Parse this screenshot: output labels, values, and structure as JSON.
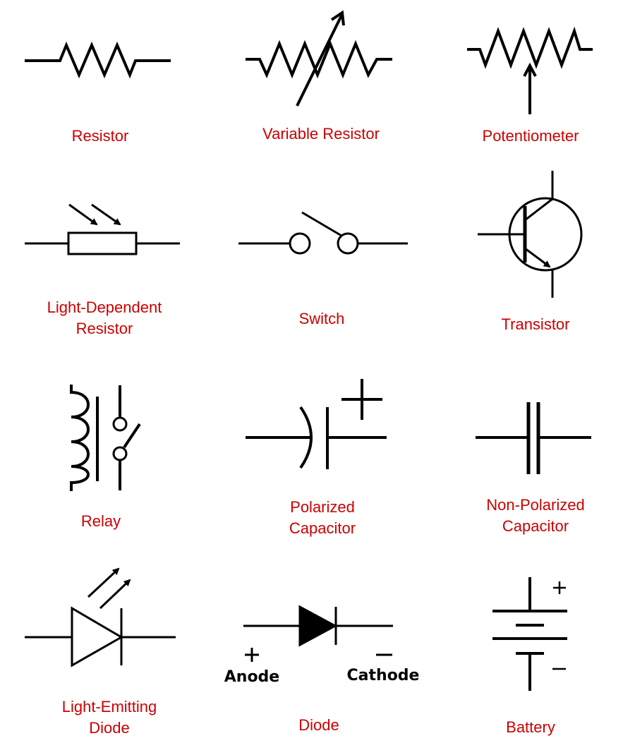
{
  "colors": {
    "stroke": "#000000",
    "label": "#cc0000",
    "background": "#ffffff"
  },
  "symbols": [
    {
      "id": "resistor",
      "lines": [
        "Resistor"
      ]
    },
    {
      "id": "variable-resistor",
      "lines": [
        "Variable Resistor"
      ]
    },
    {
      "id": "potentiometer",
      "lines": [
        "Potentiometer"
      ]
    },
    {
      "id": "light-dependent-resistor",
      "lines": [
        "Light-Dependent",
        "Resistor"
      ]
    },
    {
      "id": "switch",
      "lines": [
        "Switch"
      ]
    },
    {
      "id": "transistor",
      "lines": [
        "Transistor"
      ]
    },
    {
      "id": "relay",
      "lines": [
        "Relay"
      ]
    },
    {
      "id": "polarized-capacitor",
      "lines": [
        "Polarized",
        "Capacitor"
      ]
    },
    {
      "id": "non-polarized-capacitor",
      "lines": [
        "Non-Polarized",
        "Capacitor"
      ]
    },
    {
      "id": "light-emitting-diode",
      "lines": [
        "Light-Emitting",
        "Diode"
      ]
    },
    {
      "id": "diode",
      "lines": [
        "Diode"
      ]
    },
    {
      "id": "battery",
      "lines": [
        "Battery"
      ]
    }
  ],
  "diode_terminals": {
    "anode": "Anode",
    "cathode": "Cathode"
  }
}
